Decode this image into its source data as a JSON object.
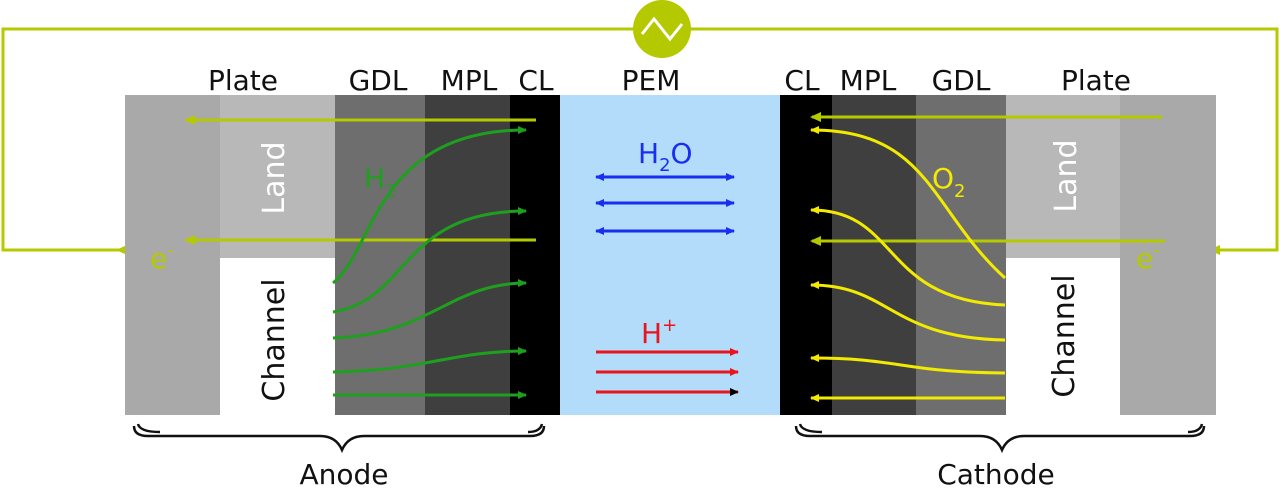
{
  "layers": {
    "left_plate": "Plate",
    "left_gdl": "GDL",
    "left_mpl": "MPL",
    "left_cl": "CL",
    "pem": "PEM",
    "right_cl": "CL",
    "right_mpl": "MPL",
    "right_gdl": "GDL",
    "right_plate": "Plate"
  },
  "regions": {
    "land_left": "Land",
    "land_right": "Land",
    "channel_left": "Channel",
    "channel_right": "Channel"
  },
  "electrodes": {
    "anode": "Anode",
    "cathode": "Cathode"
  },
  "species": {
    "h2_base": "H",
    "h2_sub": "2",
    "o2_base": "O",
    "o2_sub": "2",
    "water_h": "H",
    "water_sub": "2",
    "water_o": "O",
    "proton_base": "H",
    "proton_sup": "+",
    "electron_base": "e",
    "electron_sup": "-"
  },
  "colors": {
    "plate": "#a9a9a9",
    "gdl": "#6e6e6e",
    "mpl": "#3f3f3f",
    "cl": "#000000",
    "pem": "#b3dcfa",
    "circuit": "#b5c900",
    "hydrogen": "#1ea01e",
    "oxygen": "#f2ea00",
    "water": "#1a2ef0",
    "proton": "#e8141e"
  }
}
